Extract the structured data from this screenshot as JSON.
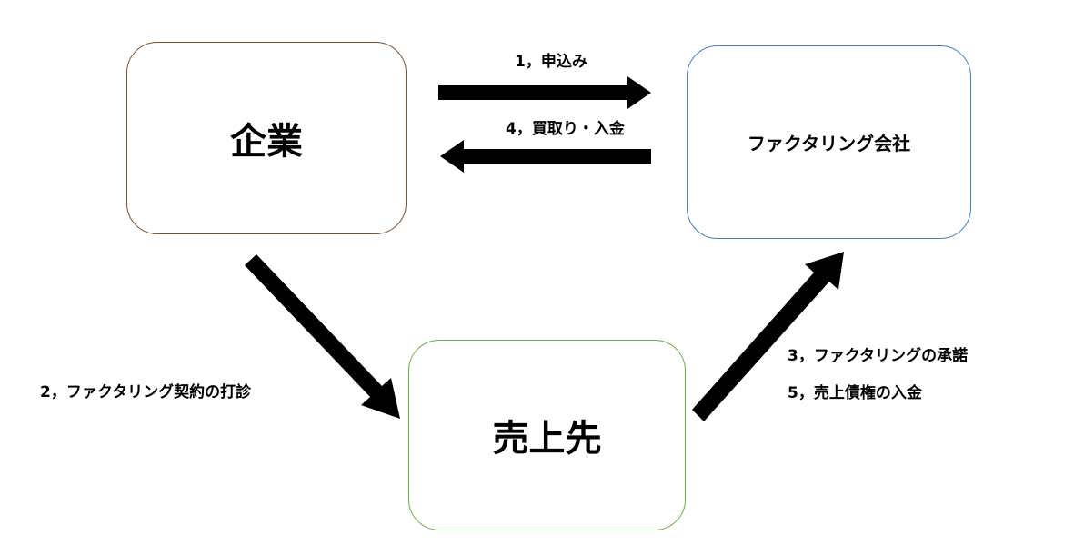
{
  "nodes": {
    "company": "企業",
    "factoring": "ファクタリング会社",
    "customer": "売上先"
  },
  "edges": {
    "apply": "1，申込み",
    "purchase": "4，買取り・入金",
    "negotiation": "2，ファクタリング契約の打診",
    "approval": "3，ファクタリングの承諾",
    "receivable": "5，売上債権の入金"
  },
  "colors": {
    "company_border": "#7a4f2e",
    "factoring_border": "#3f7fc6",
    "customer_border": "#6fad47",
    "arrow": "#000000"
  }
}
